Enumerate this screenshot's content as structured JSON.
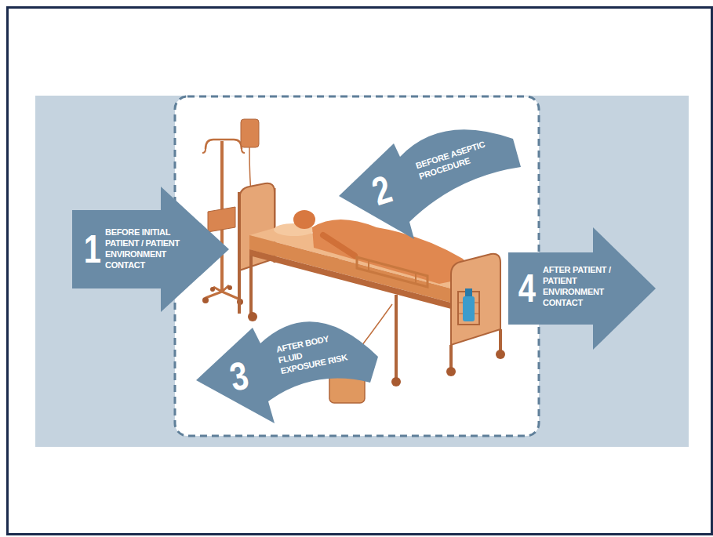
{
  "diagram": {
    "nodes": [
      {
        "text": [
          "1",
          "BEFORE INITIAL PATIENT / PATIENT ENVIRONMENT CONTACT"
        ]
      },
      {
        "text": [
          "2",
          "BEFORE ASEPTIC PROCEDURE"
        ]
      },
      {
        "text": [
          "3",
          "AFTER BODY FLUID EXPOSURE RISK"
        ]
      },
      {
        "text": [
          "4",
          "AFTER PATIENT / PATIENT ENVIRONMENT CONTACT"
        ]
      }
    ]
  }
}
